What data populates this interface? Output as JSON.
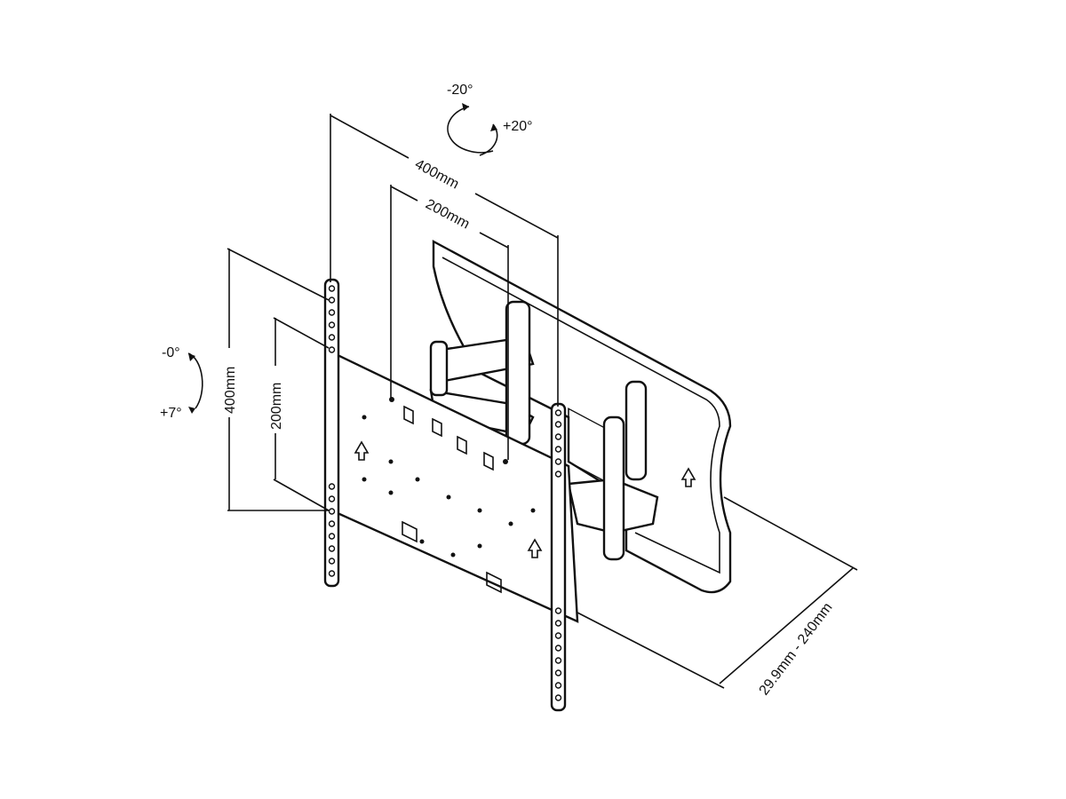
{
  "swivel": {
    "minus": "-20°",
    "plus": "+20°"
  },
  "tilt": {
    "minus": "-0°",
    "plus": "+7°"
  },
  "horizontal_dims": {
    "outer": "400mm",
    "inner": "200mm"
  },
  "vertical_dims": {
    "outer": "400mm",
    "inner": "200mm"
  },
  "depth_dim": "29.9mm - 240mm"
}
